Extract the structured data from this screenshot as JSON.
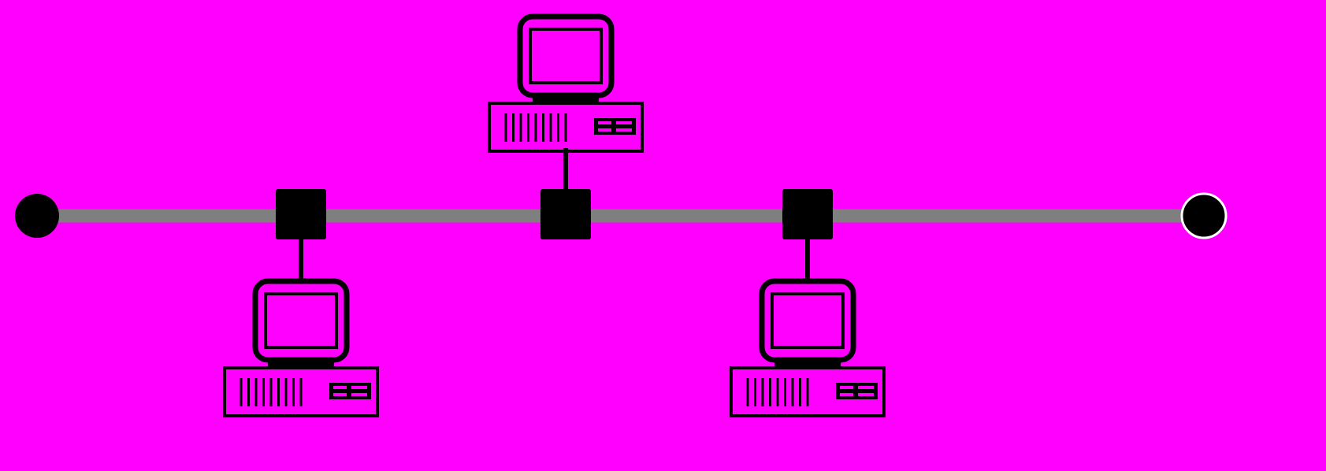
{
  "diagram": {
    "type": "bus-topology",
    "colors": {
      "background": "#FF00FF",
      "bus": "#7F7F7F",
      "nodes": "#000000",
      "terminator_outline": "#FFFFFF"
    },
    "terminators": [
      {
        "id": "left-terminator",
        "outline": false
      },
      {
        "id": "right-terminator",
        "outline": true
      }
    ],
    "taps": [
      {
        "id": "tap-1",
        "computer_side": "below"
      },
      {
        "id": "tap-2",
        "computer_side": "above"
      },
      {
        "id": "tap-3",
        "computer_side": "below"
      }
    ],
    "computer_icon": "desktop-computer-icon"
  }
}
